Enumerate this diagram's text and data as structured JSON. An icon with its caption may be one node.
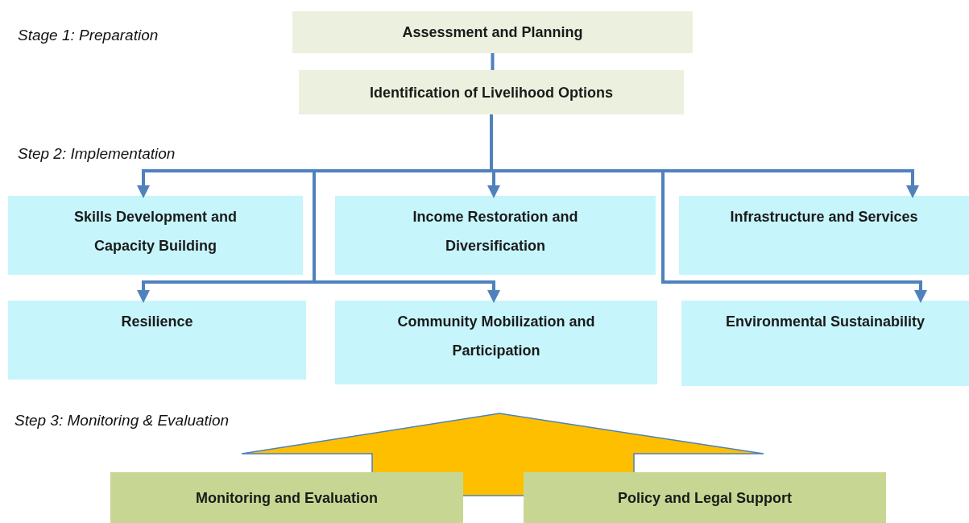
{
  "diagram": {
    "nodes": [
      {
        "text": [
          "Assessment and Planning"
        ]
      },
      {
        "text": [
          "Identification of Livelihood Options"
        ]
      },
      {
        "text": [
          "Skills Development and Capacity Building"
        ]
      },
      {
        "text": [
          "Income Restoration and Diversification"
        ]
      },
      {
        "text": [
          "Infrastructure and Services"
        ]
      },
      {
        "text": [
          "Resilience"
        ]
      },
      {
        "text": [
          "Community Mobilization and Participation"
        ]
      },
      {
        "text": [
          "Environmental Sustainability"
        ]
      },
      {
        "text": [
          "Monitoring and Evaluation"
        ]
      },
      {
        "text": [
          "Policy and Legal Support"
        ]
      }
    ],
    "edges": [
      {
        "from": 0,
        "to": 1,
        "arrow": "none"
      },
      {
        "from": 1,
        "to": 2,
        "arrow": "to"
      },
      {
        "from": 1,
        "to": 3,
        "arrow": "to"
      },
      {
        "from": 1,
        "to": 4,
        "arrow": "to"
      },
      {
        "from": 1,
        "to": 5,
        "arrow": "to"
      },
      {
        "from": 1,
        "to": 6,
        "arrow": "to"
      },
      {
        "from": 1,
        "to": 7,
        "arrow": "to"
      },
      {
        "from": 8,
        "to": null,
        "arrow": "to",
        "color": "#fdbf00"
      },
      {
        "from": 9,
        "to": null,
        "arrow": "to",
        "color": "#fdbf00"
      }
    ],
    "labels": [
      "Stage 1: Preparation",
      "Step 2: Implementation",
      "Step 3: Monitoring & Evaluation"
    ]
  }
}
